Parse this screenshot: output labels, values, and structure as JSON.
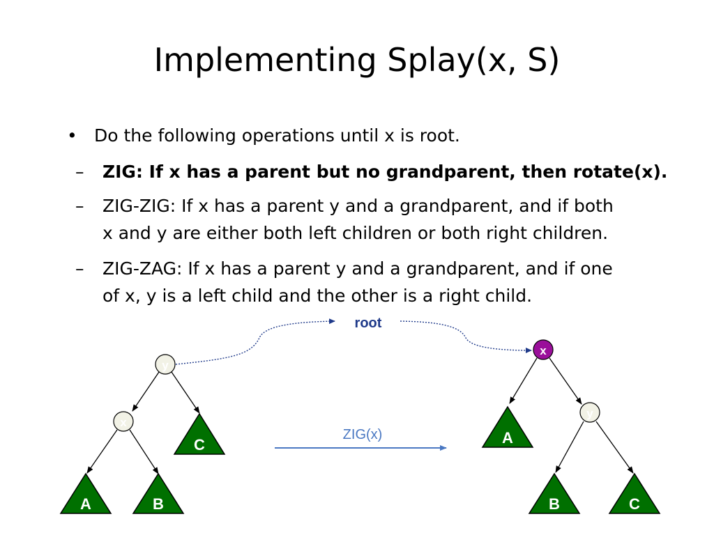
{
  "title": "Implementing Splay(x, S)",
  "bullet": {
    "marker": "•",
    "text": "Do the following operations until x is root."
  },
  "subitems": [
    {
      "marker": "–",
      "lines": [
        "ZIG:  If x has a parent but no grandparent, then rotate(x)."
      ],
      "bold": true
    },
    {
      "marker": "–",
      "lines": [
        "ZIG-ZIG:  If x has a parent y and a grandparent, and if both",
        "x and y are either both left children or both right children."
      ],
      "bold": false
    },
    {
      "marker": "–",
      "lines": [
        "ZIG-ZAG:  If x has a parent y and a grandparent, and if one",
        "of x, y is a left child and the other is a right child."
      ],
      "bold": false
    }
  ],
  "diagram": {
    "root_label": "root",
    "operation_label": "ZIG(x)",
    "before": {
      "nodes": {
        "parent": "y",
        "child": "x"
      },
      "subtrees": {
        "a": "A",
        "b": "B",
        "c": "C"
      }
    },
    "after": {
      "nodes": {
        "root": "x",
        "child": "y"
      },
      "subtrees": {
        "a": "A",
        "b": "B",
        "c": "C"
      }
    },
    "colors": {
      "subtree_fill": "#007000",
      "node_fill": "#f2f2e6",
      "root_node_fill": "#9a0f9a",
      "root_label": "#1f3a8a",
      "arrow": "#4a78c2",
      "dotted": "#1f3a8a"
    }
  }
}
